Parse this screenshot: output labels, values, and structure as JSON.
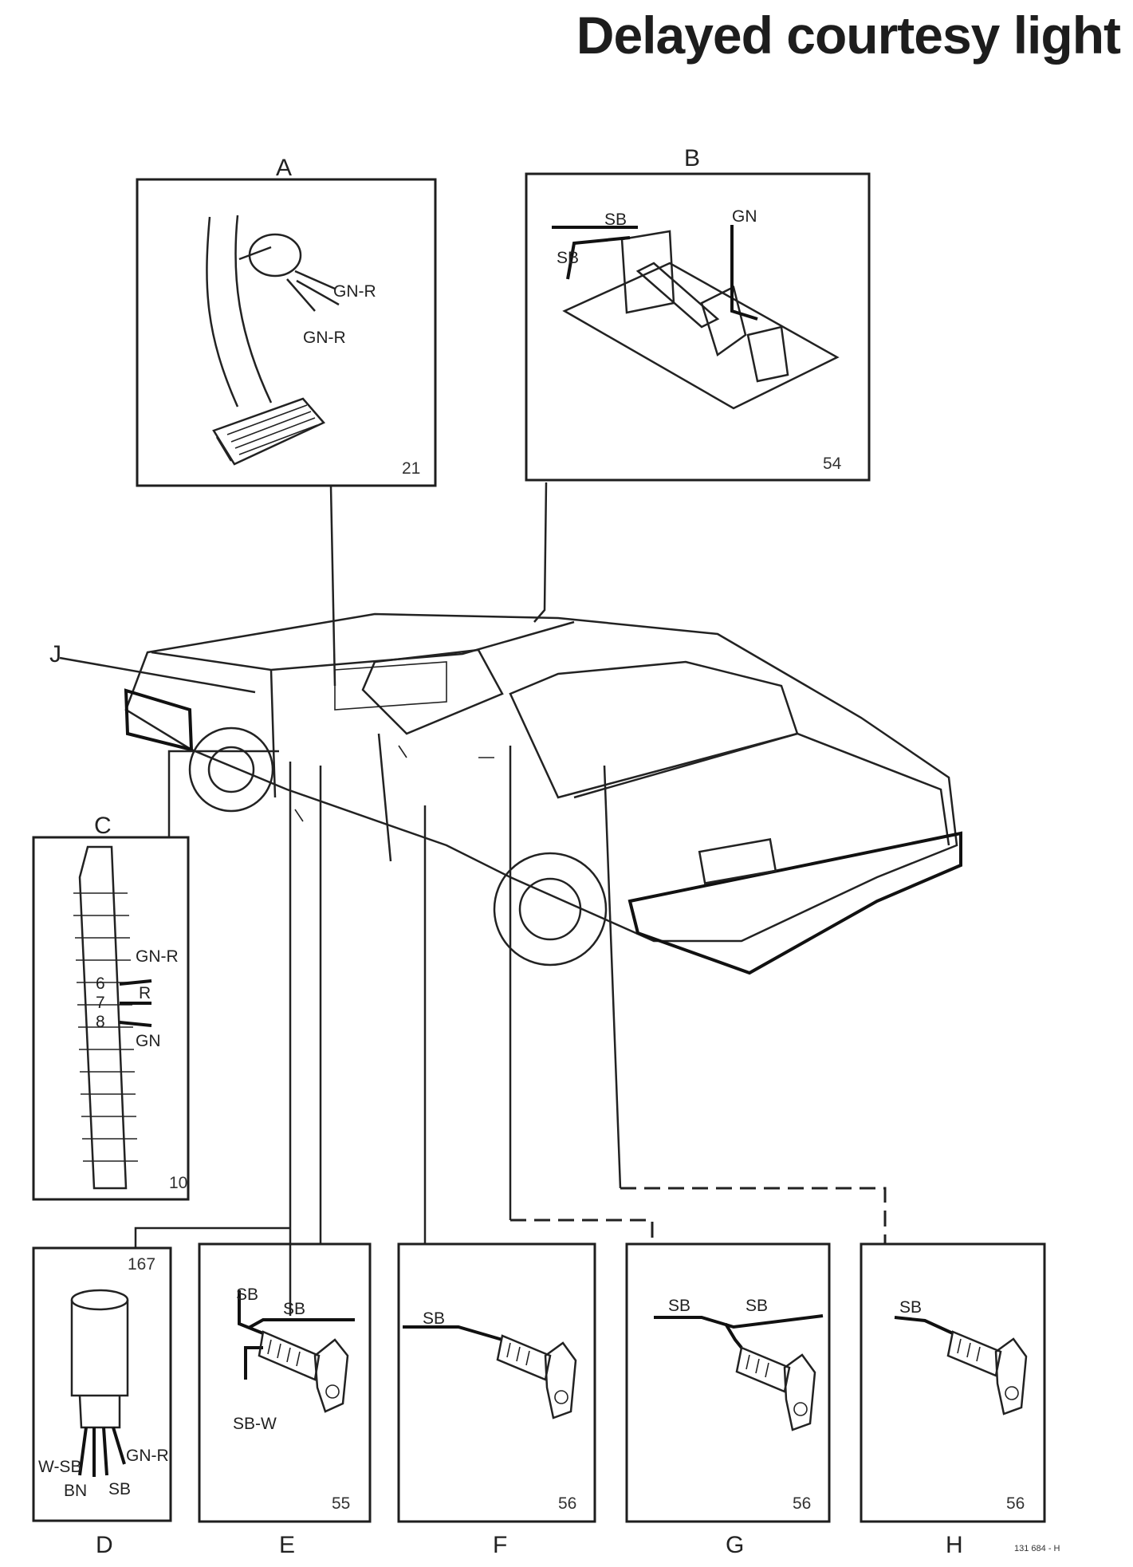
{
  "title": "Delayed courtesy light",
  "doc_ref": "131 684 - H",
  "panels": {
    "A": {
      "letter": "A",
      "page": "21",
      "wires": [
        "GN-R",
        "GN-R"
      ]
    },
    "B": {
      "letter": "B",
      "page": "54",
      "wires": [
        "SB",
        "SB",
        "GN"
      ]
    },
    "C": {
      "letter": "C",
      "page": "10",
      "wires": [
        "GN-R",
        "R",
        "GN"
      ],
      "terminals": [
        "6",
        "7",
        "8"
      ]
    },
    "D": {
      "letter": "D",
      "page": "167",
      "wires": [
        "W-SB",
        "GN-R",
        "BN",
        "SB"
      ]
    },
    "E": {
      "letter": "E",
      "page": "55",
      "wires": [
        "SB",
        "SB",
        "SB-W"
      ]
    },
    "F": {
      "letter": "F",
      "page": "56",
      "wires": [
        "SB"
      ]
    },
    "G": {
      "letter": "G",
      "page": "56",
      "wires": [
        "SB",
        "SB"
      ]
    },
    "H": {
      "letter": "H",
      "page": "56",
      "wires": [
        "SB"
      ]
    }
  },
  "car_callout": "J"
}
